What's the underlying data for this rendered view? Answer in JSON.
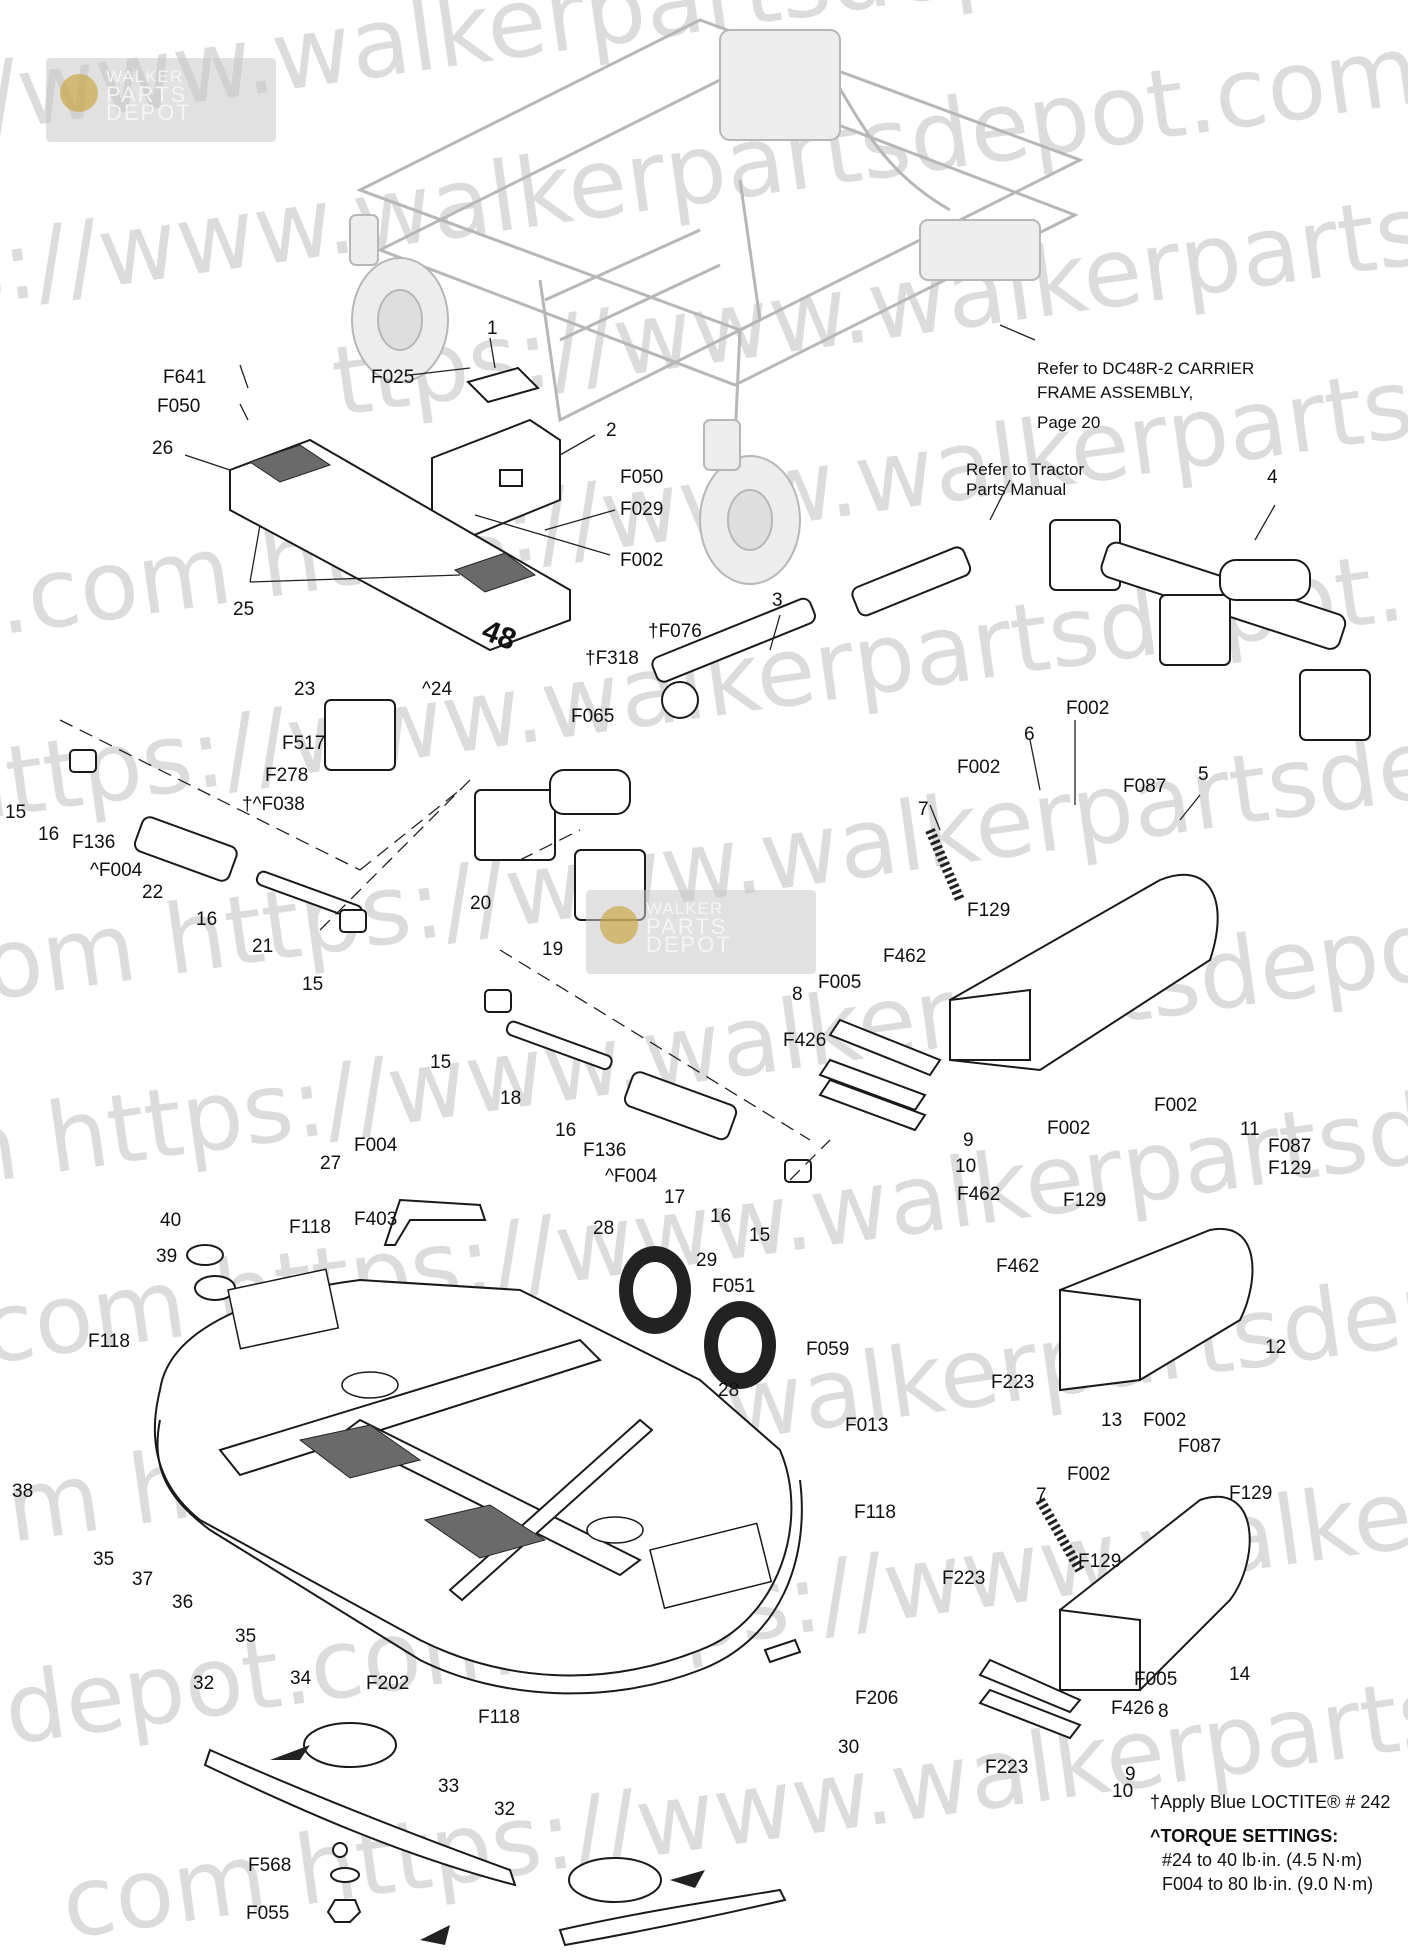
{
  "watermark": {
    "url": "https://www.walkerpartsdepot.com",
    "rows": [
      "ps://www.walkerpartsdepot.com https:/",
      "tps://www.walkerpartsdepot.com https:",
      "ttps://www.walkerpartsdepot.co",
      "ot.com https://www.walkerpartsdepot.com",
      "https://www.walkerpartsdepot.com ht",
      "com https://www.walkerpartsdepot.com",
      "n https://www.walkerpartsdepot.com h",
      "com https://www.walkerpartsdepot.com",
      "m https://www.walkerpartsdepot.com",
      "depot.com https://www.walkerpartsdepot.com",
      "com https://www.walkerpartsdepot.com"
    ],
    "logo_line1": "WALKER",
    "logo_line2": "PARTS DEPOT",
    "logo_color": "#c9a33a"
  },
  "references": {
    "carrier_frame": [
      "Refer to DC48R-2 CARRIER",
      "FRAME ASSEMBLY,",
      "Page 20"
    ],
    "tractor_manual": [
      "Refer to Tractor",
      "Parts Manual"
    ]
  },
  "deck_number": "48",
  "labels": {
    "l1": "1",
    "l2": "2",
    "l3": "3",
    "l4": "4",
    "l5": "5",
    "l6": "6",
    "l7a": "7",
    "l7b": "7",
    "l8a": "8",
    "l8b": "8",
    "l9a": "9",
    "l9b": "9",
    "l10a": "10",
    "l10b": "10",
    "l11": "11",
    "l12": "12",
    "l13": "13",
    "l14": "14",
    "l15a": "15",
    "l15b": "15",
    "l15c": "15",
    "l15d": "15",
    "l16a": "16",
    "l16b": "16",
    "l16c": "16",
    "l16d": "16",
    "l17": "17",
    "l18": "18",
    "l19": "19",
    "l20": "20",
    "l21": "21",
    "l22": "22",
    "l23": "23",
    "l24": "^24",
    "l25": "25",
    "l26": "26",
    "l27": "27",
    "l28a": "28",
    "l28b": "28",
    "l29": "29",
    "l30": "30",
    "l32a": "32",
    "l32b": "32",
    "l33": "33",
    "l34": "34",
    "l35a": "35",
    "l35b": "35",
    "l36": "36",
    "l37": "37",
    "l38": "38",
    "l39": "39",
    "l40": "40",
    "F641": "F641",
    "F050a": "F050",
    "F050b": "F050",
    "F025": "F025",
    "F029": "F029",
    "F002a": "F002",
    "F002b": "F002",
    "F002c": "F002",
    "F002d": "F002",
    "F002e": "F002",
    "F002f": "F002",
    "F002g": "F002",
    "F076": "†F076",
    "F318": "†F318",
    "F065": "F065",
    "F517": "F517",
    "F278": "F278",
    "F038": "†^F038",
    "F136a": "F136",
    "F136b": "F136",
    "F004a": "^F004",
    "F004b": "^F004",
    "F004c": "F004",
    "F087a": "F087",
    "F087b": "F087",
    "F087c": "F087",
    "F129a": "F129",
    "F129b": "F129",
    "F129c": "F129",
    "F129d": "F129",
    "F129e": "F129",
    "F005a": "F005",
    "F005b": "F005",
    "F462a": "F462",
    "F462b": "F462",
    "F462c": "F462",
    "F426a": "F426",
    "F426b": "F426",
    "F403": "F403",
    "F118a": "F118",
    "F118b": "F118",
    "F118c": "F118",
    "F118d": "F118",
    "F051": "F051",
    "F059": "F059",
    "F013": "F013",
    "F223a": "F223",
    "F223b": "F223",
    "F223c": "F223",
    "F202": "F202",
    "F206": "F206",
    "F568": "F568",
    "F055": "F055"
  },
  "notes": {
    "loctite": "†Apply Blue LOCTITE® # 242",
    "torque_head": "^TORQUE SETTINGS:",
    "torque_1": "#24 to 40 lb·in. (4.5 N·m)",
    "torque_2": "F004 to 80 lb·in. (9.0 N·m)"
  }
}
